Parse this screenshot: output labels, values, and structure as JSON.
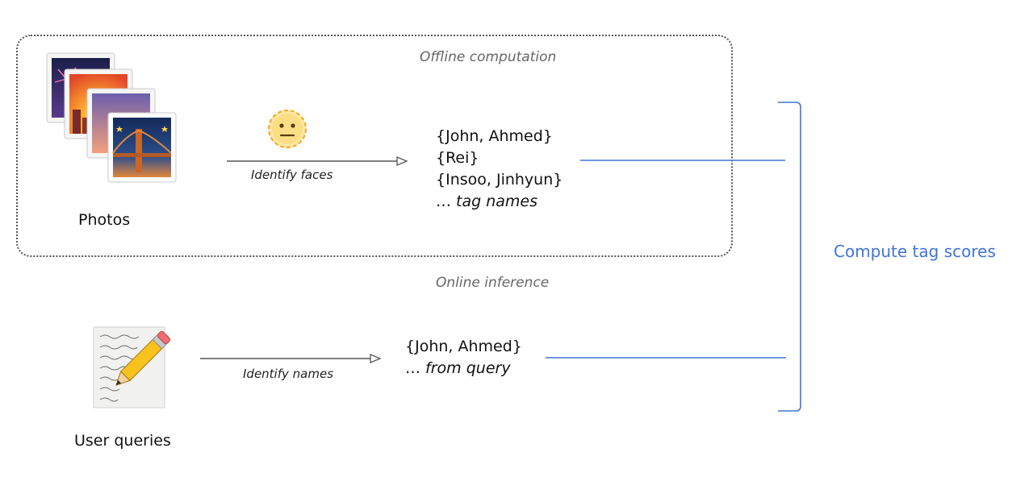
{
  "colors": {
    "accent": "#3f74d8",
    "box_border": "#555555",
    "arrow": "#555555",
    "emoji_face": "#f7c21e"
  },
  "offline": {
    "title": "Offline computation",
    "source_label": "Photos",
    "arrow_label": "Identify faces",
    "tags": [
      "{John, Ahmed}",
      "{Rei}",
      "{Insoo, Jinhyun}"
    ],
    "ellipsis": "…",
    "tail_text": "tag names",
    "icons": [
      "photos-stack-icon",
      "neutral-face-icon"
    ]
  },
  "online": {
    "title": "Online inference",
    "source_label": "User queries",
    "arrow_label": "Identify names",
    "tags": [
      "{John, Ahmed}"
    ],
    "ellipsis": "…",
    "tail_text": "from query",
    "icons": [
      "note-pencil-icon"
    ]
  },
  "compute": {
    "label": "Compute tag scores"
  }
}
